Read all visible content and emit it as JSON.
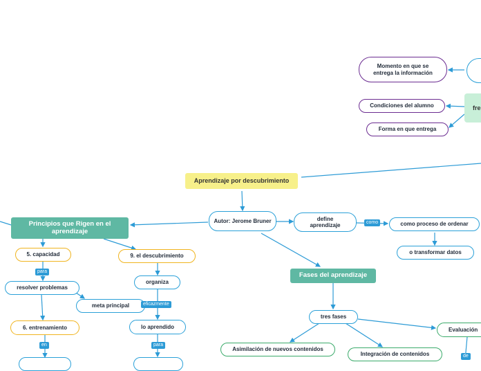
{
  "central": "Aprendizaje por descubrimiento",
  "author": "Autor: Jerome Bruner",
  "define": "define aprendizaje",
  "como_tag": "como",
  "proceso": "como proceso de ordenar",
  "transformar": "o transformar datos",
  "principios": "Principios que Rigen en el aprendizaje",
  "capacidad": "5. capacidad",
  "para1_tag": "para",
  "resolver": "resolver problemas",
  "meta": "meta principal",
  "entrenamiento": "6. entrenamiento",
  "en_tag": "en",
  "descubrimiento": "9. el descubrimiento",
  "organiza": "organiza",
  "eficazmente_tag": "eficazmente",
  "aprendido": "lo aprendido",
  "para2_tag": "para",
  "fases": "Fases del aprendizaje",
  "tres_fases": "tres fases",
  "asimilacion": "Asimilación de nuevos contenidos",
  "integracion": "Integración de contenidos",
  "evaluacion": "Evaluación",
  "de_tag": "de",
  "momento": "Momento en que se entrega la información",
  "condiciones": "Condiciones del alumno",
  "forma": "Forma en que entrega",
  "fre": "fre"
}
